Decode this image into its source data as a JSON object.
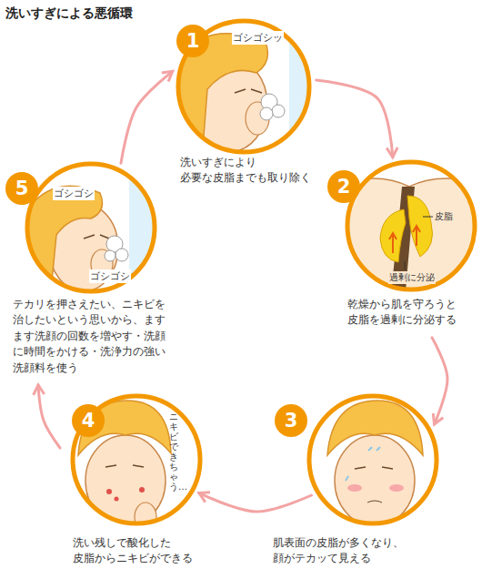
{
  "diagram": {
    "title": "洗いすぎによる悪循環",
    "nodes": [
      {
        "text": [
          "1",
          "洗いすぎにより 必要な皮脂までも取り除く"
        ]
      },
      {
        "text": [
          "2",
          "乾燥から肌を守ろうと 皮脂を過剰に分泌する"
        ]
      },
      {
        "text": [
          "3",
          "肌表面の皮脂が多くなり、 顔がテカッて見える"
        ]
      },
      {
        "text": [
          "4",
          "洗い残しで酸化した 皮脂からニキビができる"
        ]
      },
      {
        "text": [
          "5",
          "テカリを押さえたい、ニキビを 治したいという思いから、ます ます洗顔の回数を増やす・洗顔 に時間をかける・洗浄力の強い 洗顔料を使う"
        ]
      }
    ],
    "edges": [
      {
        "from": 0,
        "to": 1,
        "arrow": "to"
      },
      {
        "from": 1,
        "to": 2,
        "arrow": "to"
      },
      {
        "from": 2,
        "to": 3,
        "arrow": "to"
      },
      {
        "from": 3,
        "to": 4,
        "arrow": "to"
      },
      {
        "from": 4,
        "to": 0,
        "arrow": "to"
      }
    ],
    "labels": [
      "ゴシゴシッ",
      "皮脂",
      "過剰に分泌",
      "ニキビできちゃう…",
      "ゴシゴシ",
      "ゴシゴシ"
    ]
  }
}
